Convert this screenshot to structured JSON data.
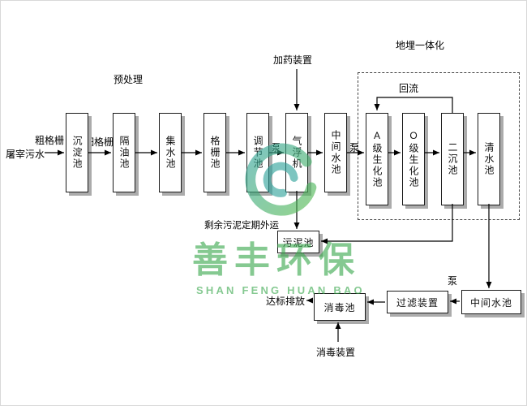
{
  "diagram": {
    "source": "屠宰污水",
    "labels": {
      "coarse_screen": "粗格栅",
      "fine_screen": "细格栅",
      "pretreatment": "预处理",
      "dosing_device": "加药装置",
      "buried_integration": "地埋一体化",
      "reflux": "回流",
      "pump1": "泵",
      "pump2": "泵",
      "pump3": "泵",
      "excess_sludge_note": "剩余污泥定期外运",
      "discharge": "达标排放",
      "disinfection_device": "消毒装置"
    },
    "tanks": {
      "sedimentation": "沉淀池",
      "oil_separation": "隔油池",
      "water_collection": "集水池",
      "screen_tank": "格栅池",
      "regulating": "调节池",
      "air_flotation": "气浮机",
      "intermediate_1": "中间水池",
      "a_level_bio": "A级生化池",
      "o_level_bio": "O级生化池",
      "secondary_sedimentation": "二沉池",
      "clear_water": "清水池",
      "sludge": "污泥池",
      "disinfection": "消毒池",
      "filter_device": "过滤装置",
      "intermediate_2": "中间水池"
    },
    "flow_main": [
      "屠宰污水",
      "沉淀池",
      "隔油池",
      "集水池",
      "格栅池",
      "调节池",
      "气浮机",
      "中间水池",
      "A级生化池",
      "O级生化池",
      "二沉池",
      "清水池"
    ],
    "flow_sludge": [
      "气浮机",
      "污泥池",
      "二沉池"
    ],
    "flow_bottom": [
      "清水池",
      "中间水池",
      "过滤装置",
      "消毒池",
      "达标排放"
    ]
  },
  "watermark": {
    "cn": "善丰环保",
    "en": "SHAN FENG HUAN BAO",
    "green": "#3BA94F",
    "teal": "#2FA29B"
  },
  "colors": {
    "box_border": "#1a1a1a",
    "box_shadow": "#ababab",
    "background": "#ffffff"
  }
}
